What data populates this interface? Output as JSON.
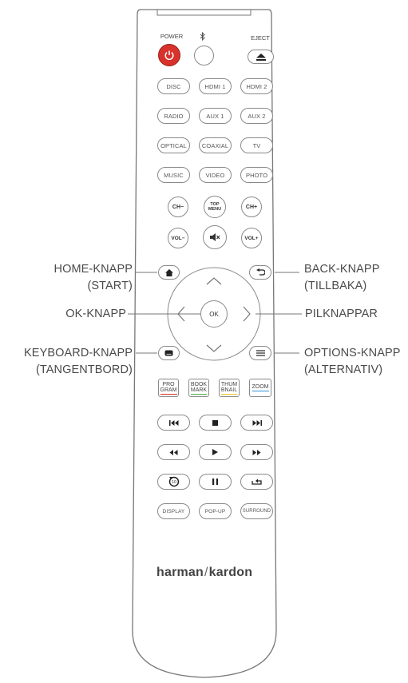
{
  "buttons": {
    "power": "POWER",
    "bluetooth_icon": "bluetooth-icon",
    "eject": "EJECT",
    "rows": [
      [
        "DISC",
        "HDMI 1",
        "HDMI 2"
      ],
      [
        "RADIO",
        "AUX 1",
        "AUX 2"
      ],
      [
        "OPTICAL",
        "COAXIAL",
        "TV"
      ],
      [
        "MUSIC",
        "VIDEO",
        "PHOTO"
      ]
    ],
    "ch_minus": "CH−",
    "top_menu_1": "TOP",
    "top_menu_2": "MENU",
    "ch_plus": "CH+",
    "vol_minus": "VOL−",
    "vol_plus": "VOL+",
    "ok": "OK",
    "program_1": "PRO",
    "program_2": "GRAM",
    "bookmark_1": "BOOK",
    "bookmark_2": "MARK",
    "thumbnail_1": "THUM",
    "thumbnail_2": "BNAIL",
    "zoom": "ZOOM",
    "display": "DISPLAY",
    "popup": "POP-UP",
    "surround": "SURROUND",
    "replay_number": "10"
  },
  "callouts": {
    "home_1": "HOME-KNAPP",
    "home_2": "(START)",
    "back_1": "BACK-KNAPP",
    "back_2": "(TILLBAKA)",
    "ok": "OK-KNAPP",
    "arrows": "PILKNAPPAR",
    "keyboard_1": "KEYBOARD-KNAPP",
    "keyboard_2": "(TANGENTBORD)",
    "options_1": "OPTIONS-KNAPP",
    "options_2": "(ALTERNATIV)"
  },
  "brand": {
    "left": "harman",
    "slash": "/",
    "right": "kardon"
  },
  "colors": {
    "power_red": "#d7322b",
    "program_underline": "#d7322b",
    "bookmark_underline": "#4caf50",
    "thumbnail_underline": "#e8c21a",
    "zoom_underline": "#2f8fd8",
    "outline": "#8a8a8a"
  }
}
